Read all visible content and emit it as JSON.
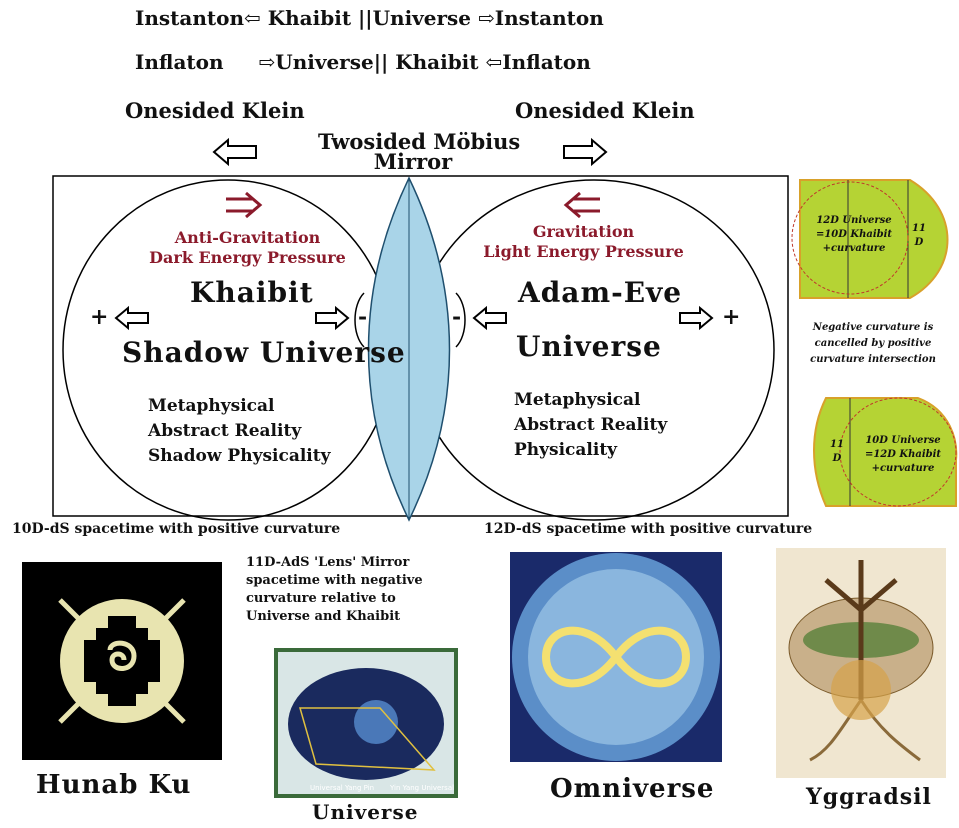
{
  "header": {
    "line1_a": "Instanton",
    "line1_b": "Khaibit",
    "line1_c": "||Universe",
    "line1_d": "Instanton",
    "line2_a": "Inflaton",
    "line2_b": "Universe||",
    "line2_c": "Khaibit",
    "line2_d": "Inflaton"
  },
  "klein_left": "Onesided Klein",
  "klein_right": "Onesided Klein",
  "mobius_line1": "Twosided Möbius",
  "mobius_line2": "Mirror",
  "left_universe": {
    "force1": "Anti-Gravitation",
    "force2": "Dark Energy Pressure",
    "name1": "Khaibit",
    "name2": "Shadow Universe",
    "plus": "+",
    "minus": "-",
    "desc": [
      "Metaphysical",
      "Abstract Reality",
      "Shadow Physicality"
    ]
  },
  "right_universe": {
    "force1": "Gravitation",
    "force2": "Light Energy Pressure",
    "name1": "Adam-Eve",
    "name2": "Universe",
    "plus": "+",
    "minus": "-",
    "desc": [
      "Metaphysical",
      "Abstract Reality",
      "Physicality"
    ]
  },
  "side_top": {
    "line1": "12D Universe",
    "line2": "=10D Khaibit",
    "line3": "+curvature",
    "edge1": "11",
    "edge2": "D"
  },
  "side_note": [
    "Negative curvature is",
    "cancelled by positive",
    "curvature intersection"
  ],
  "side_bottom": {
    "line1": "10D Universe",
    "line2": "=12D Khaibit",
    "line3": "+curvature",
    "edge1": "11",
    "edge2": "D"
  },
  "caption_left": "10D-dS spacetime with positive curvature",
  "caption_right": "12D-dS spacetime with positive curvature",
  "caption_middle": [
    "11D-AdS 'Lens' Mirror",
    "spacetime with negative",
    "curvature relative to",
    "Universe and Khaibit"
  ],
  "image_labels": {
    "hunab": "Hunab Ku",
    "universe": "Universe",
    "omniverse": "Omniverse",
    "yggdrasil": "Yggradsil"
  },
  "colors": {
    "accent_red": "#8b1a2b",
    "lens_blue": "#a9d4e8",
    "side_green": "#b5d334",
    "side_border": "#d8a12a"
  }
}
